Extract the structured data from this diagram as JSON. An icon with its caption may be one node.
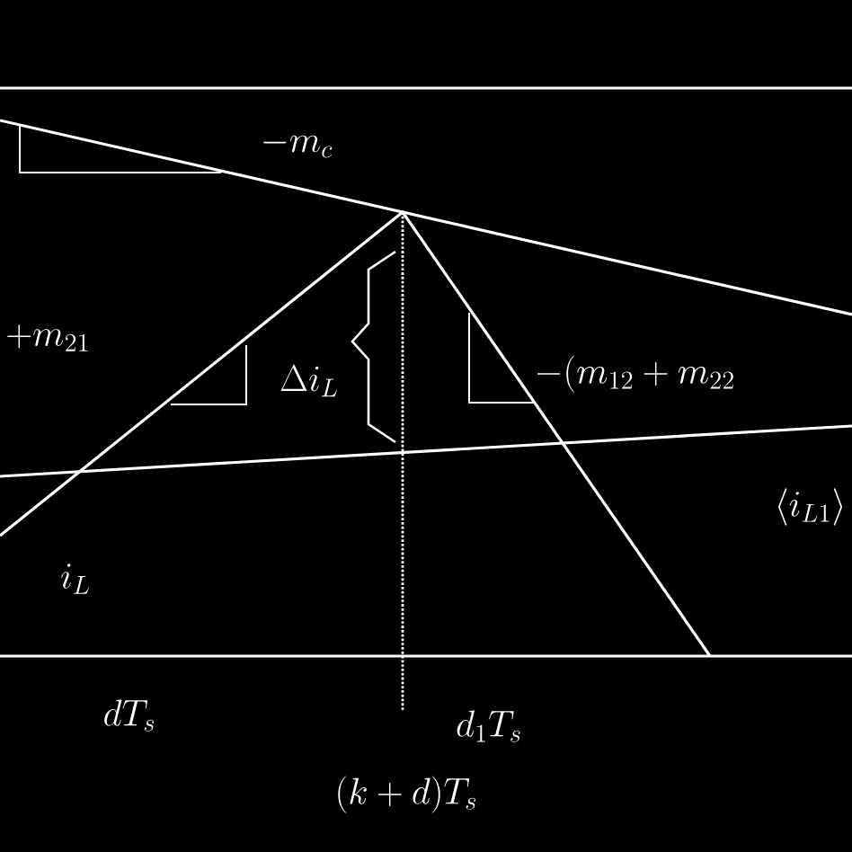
{
  "diagram": {
    "labels": [
      "-m_c",
      "+m_{21}",
      "\\Delta i_L",
      "-(m_{12}+m_{22}",
      "\\langle i_{L1}\\rangle",
      "i_L",
      "dT_s",
      "d_1T_s",
      "(k+d)T_s"
    ]
  }
}
